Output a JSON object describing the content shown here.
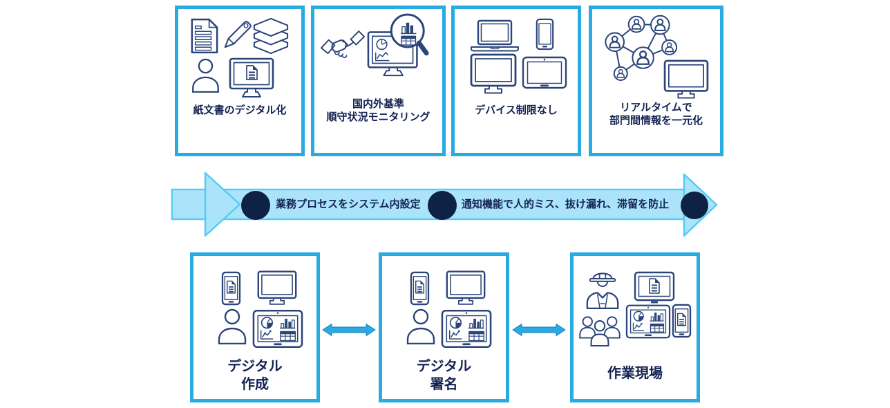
{
  "diagram_title": "",
  "colors": {
    "background": "#ffffff",
    "box_border": "#29abe2",
    "icon_stroke": "#2b4579",
    "label_text": "#132253",
    "band_fill": "#abe3fa",
    "band_border": "#54cbf4",
    "circle_navy": "#0d2245",
    "connector": "#29abe2",
    "connector_edge": "#1b75bc"
  },
  "top_row": [
    {
      "label_lines": [
        "紙文書のデジタル化"
      ],
      "icons": [
        "document-icon",
        "pencil-icon",
        "book-stack-icon",
        "person-icon",
        "monitor-document-icon"
      ]
    },
    {
      "label_lines": [
        "国内外基準",
        "順守状況モニタリング"
      ],
      "icons": [
        "handshake-icon",
        "monitor-magnifier-icon"
      ]
    },
    {
      "label_lines": [
        "デバイス制限なし"
      ],
      "icons": [
        "laptop-icon",
        "smartphone-icon",
        "monitor-icon",
        "tablet-icon"
      ]
    },
    {
      "label_lines": [
        "リアルタイムで",
        "部門間情報を一元化"
      ],
      "icons": [
        "people-network-icon",
        "monitor-icon"
      ]
    }
  ],
  "process_arrow": {
    "items": [
      {
        "text": "業務プロセスをシステム内設定"
      },
      {
        "text": "通知機能で人的ミス、抜け漏れ、滞留を防止"
      }
    ]
  },
  "bottom_row": [
    {
      "label_lines": [
        "デジタル",
        "作成"
      ],
      "icons": [
        "smartphone-document-icon",
        "monitor-icon",
        "person-icon",
        "tablet-charts-icon"
      ]
    },
    {
      "label_lines": [
        "デジタル",
        "署名"
      ],
      "icons": [
        "smartphone-document-icon",
        "monitor-icon",
        "person-icon",
        "tablet-charts-icon"
      ]
    },
    {
      "label_lines": [
        "作業現場"
      ],
      "icons": [
        "worker-icon",
        "group-icon",
        "tablet-document-icon",
        "tablet-charts-icon",
        "smartphone-document-icon"
      ]
    }
  ]
}
